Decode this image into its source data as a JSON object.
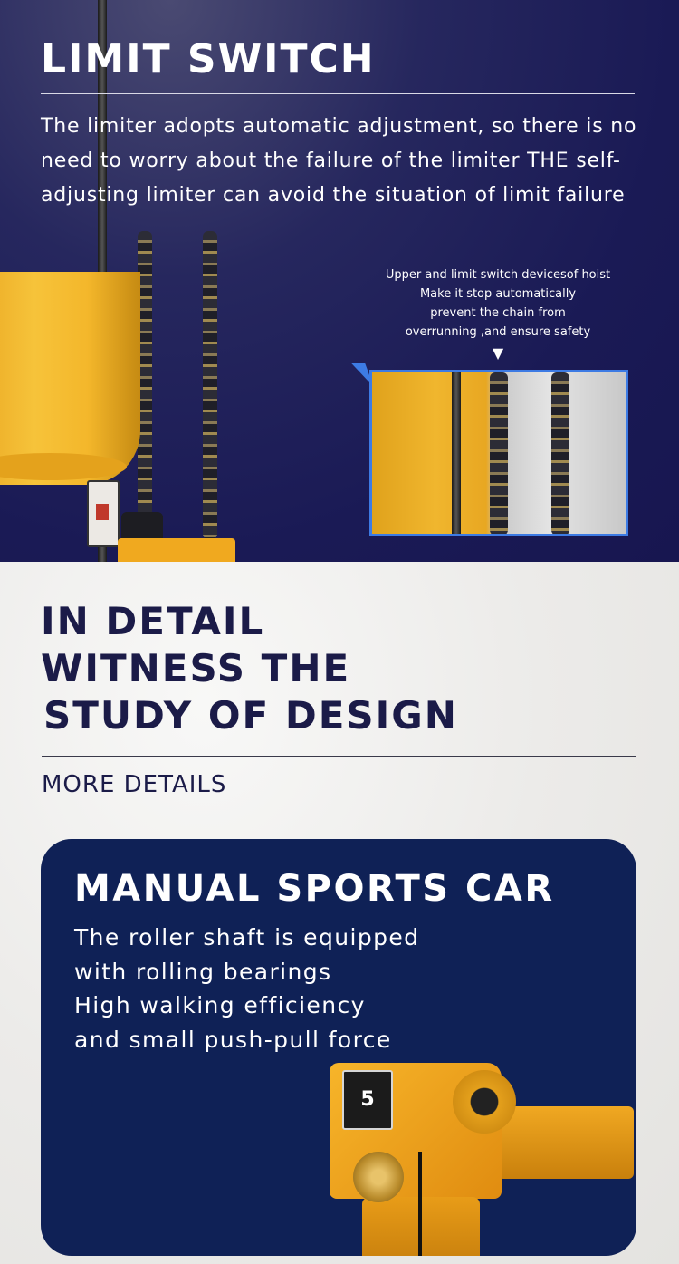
{
  "limit_switch": {
    "title": "LIMIT SWITCH",
    "description": "The limiter adopts automatic adjustment, so there is no need to worry about the failure of the limiter THE self-adjusting limiter can avoid the situation of limit failure",
    "callout": {
      "line1": "Upper and limit switch devicesof hoist",
      "line2": "Make it stop automatically",
      "line3": "prevent the chain from",
      "line4": "overrunning ,and ensure safety",
      "arrow": "▼"
    }
  },
  "detail": {
    "headline_line1": "IN DETAIL",
    "headline_line2": "WITNESS THE",
    "headline_line3": "STUDY OF DESIGN",
    "more_details": "MORE DETAILS"
  },
  "card": {
    "title": "MANUAL SPORTS CAR",
    "line1": "The roller shaft is equipped",
    "line2": "with rolling bearings",
    "line3": "High walking efficiency",
    "line4": "and small push-pull force",
    "plate_number": "5"
  },
  "colors": {
    "navy_background": "#1a1a55",
    "card_background": "#0f2156",
    "hoist_yellow": "#f0a91f",
    "inset_border": "#3d7be4",
    "headline_text": "#1b1b48"
  }
}
